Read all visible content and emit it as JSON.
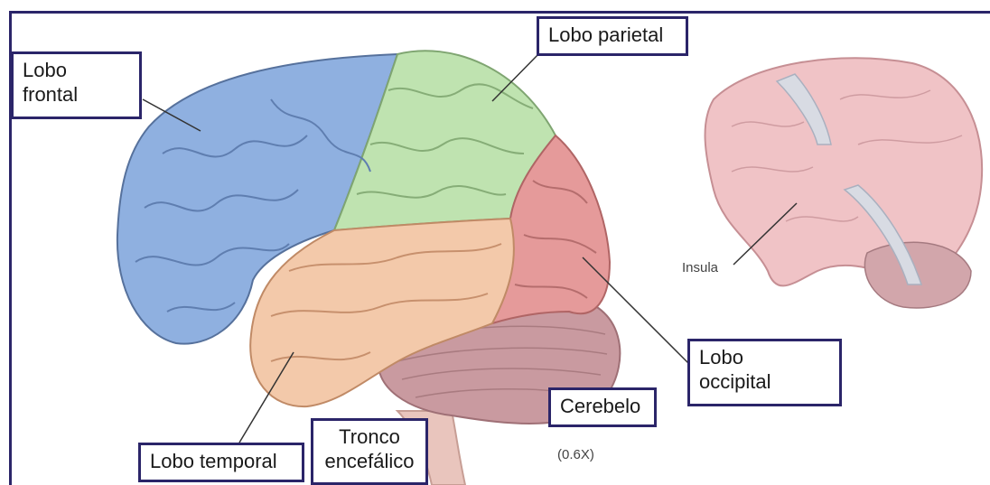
{
  "labels": {
    "frontal": "Lobo\nfrontal",
    "parietal": "Lobo parietal",
    "occipital": "Lobo\noccipital",
    "temporal": "Lobo temporal",
    "brainstem": "Tronco\nencefálico",
    "cerebellum": "Cerebelo",
    "insula": "Insula",
    "scale": "(0.6X)"
  },
  "colors": {
    "frame": "#2b2569",
    "frontal": "#8fb0e0",
    "parietal": "#bfe3b0",
    "occipital": "#e59a9a",
    "temporal": "#f3c9aa",
    "cerebellum": "#c99aa0",
    "insula_brain": "#f0c3c6"
  }
}
